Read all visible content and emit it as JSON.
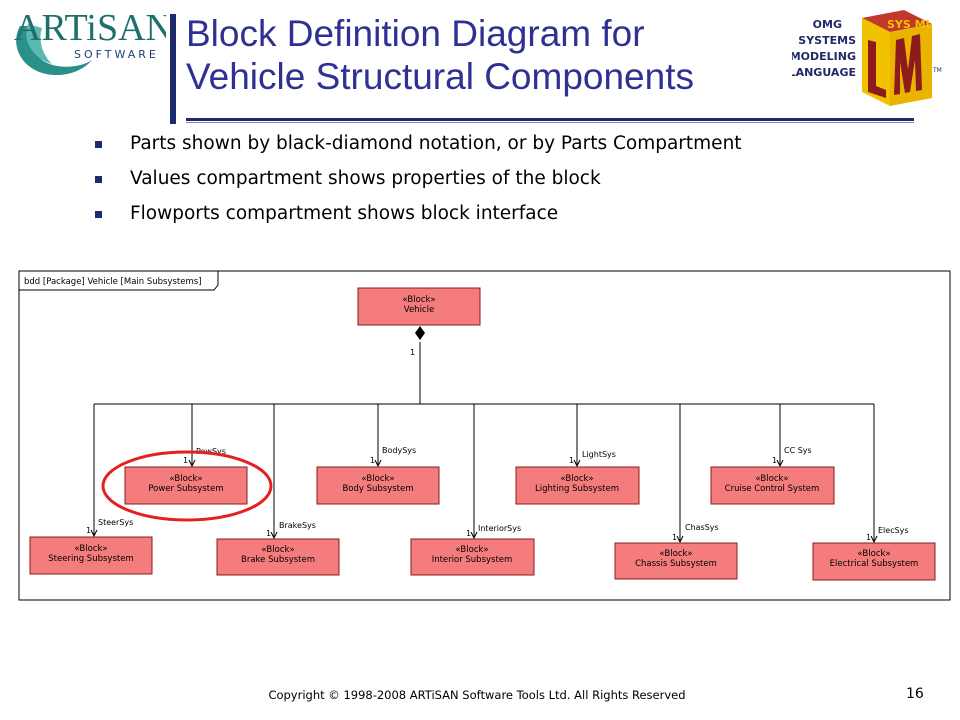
{
  "logo_left": {
    "brand": "ARTiSAN",
    "sub": "SOFTWARE"
  },
  "logo_right": {
    "line1": "OMG",
    "line2": "SYSTEMS",
    "line3": "MODELING",
    "line4": "LANGUAGE",
    "mark": "SYS ML",
    "tm": "TM"
  },
  "slide": {
    "title_line1": "Block Definition Diagram for",
    "title_line2": "Vehicle Structural Components",
    "bullets": [
      "Parts shown by black-diamond notation, or by Parts Compartment",
      "Values compartment shows properties of the block",
      "Flowports compartment shows block interface"
    ],
    "copyright": "Copyright © 1998-2008 ARTiSAN Software Tools Ltd.  All Rights Reserved",
    "page_number": "16"
  },
  "diagram": {
    "frame_label": "bdd [Package] Vehicle [Main Subsystems]",
    "stereotype": "«Block»",
    "root": {
      "name": "Vehicle",
      "multiplicity": "1"
    },
    "upper_row": [
      {
        "name": "Power Subsystem",
        "role": "PowSys",
        "multiplicity": "1",
        "highlighted": true
      },
      {
        "name": "Body Subsystem",
        "role": "BodySys",
        "multiplicity": "1"
      },
      {
        "name": "Lighting Subsystem",
        "role": "LightSys",
        "multiplicity": "1"
      },
      {
        "name": "Cruise Control System",
        "role": "CC Sys",
        "multiplicity": "1"
      }
    ],
    "lower_row": [
      {
        "name": "Steering Subsystem",
        "role": "SteerSys",
        "multiplicity": "1"
      },
      {
        "name": "Brake Subsystem",
        "role": "BrakeSys",
        "multiplicity": "1"
      },
      {
        "name": "Interior Subsystem",
        "role": "InteriorSys",
        "multiplicity": "1"
      },
      {
        "name": "Chassis Subsystem",
        "role": "ChasSys",
        "multiplicity": "1"
      },
      {
        "name": "Electrical Subsystem",
        "role": "ElecSys",
        "multiplicity": "1"
      }
    ],
    "colors": {
      "block_fill": "#f47c7c",
      "block_stroke": "#8a1c1c",
      "highlight": "#e52020",
      "line": "#000000"
    }
  }
}
